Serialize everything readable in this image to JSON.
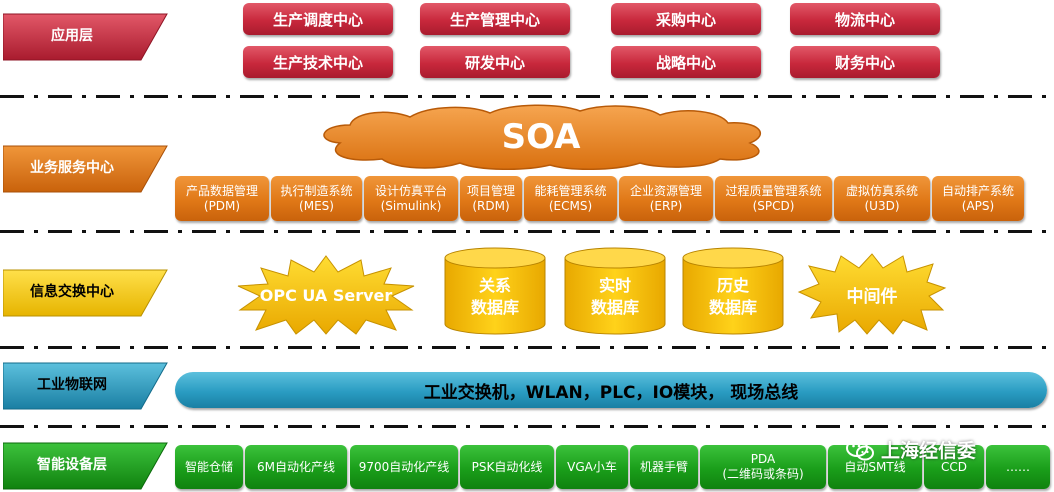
{
  "layers": {
    "application": "应用层",
    "business": "业务服务中心",
    "exchange": "信息交换中心",
    "iot": "工业物联网",
    "devices": "智能设备层"
  },
  "application_centers": [
    "生产调度中心",
    "生产管理中心",
    "采购中心",
    "物流中心",
    "生产技术中心",
    "研发中心",
    "战略中心",
    "财务中心"
  ],
  "soa_label": "SOA",
  "business_systems": [
    {
      "name": "产品数据管理",
      "abbr": "(PDM)"
    },
    {
      "name": "执行制造系统",
      "abbr": "(MES)"
    },
    {
      "name": "设计仿真平台",
      "abbr": "(Simulink)"
    },
    {
      "name": "项目管理",
      "abbr": "(RDM)"
    },
    {
      "name": "能耗管理系统",
      "abbr": "(ECMS)"
    },
    {
      "name": "企业资源管理",
      "abbr": "(ERP)"
    },
    {
      "name": "过程质量管理系统",
      "abbr": "(SPCD)"
    },
    {
      "name": "虚拟仿真系统",
      "abbr": "(U3D)"
    },
    {
      "name": "自动排产系统",
      "abbr": "(APS)"
    }
  ],
  "exchange": {
    "opc": "OPC UA Server",
    "databases": [
      {
        "line1": "关系",
        "line2": "数据库"
      },
      {
        "line1": "实时",
        "line2": "数据库"
      },
      {
        "line1": "历史",
        "line2": "数据库"
      }
    ],
    "middleware": "中间件"
  },
  "network_label": "工业交换机，WLAN，PLC，IO模块， 现场总线",
  "devices": [
    {
      "line1": "智能仓储",
      "line2": ""
    },
    {
      "line1": "6M自动化产线",
      "line2": ""
    },
    {
      "line1": "9700自动化产线",
      "line2": ""
    },
    {
      "line1": "PSK自动化线",
      "line2": ""
    },
    {
      "line1": "VGA小车",
      "line2": ""
    },
    {
      "line1": "机器手臂",
      "line2": ""
    },
    {
      "line1": "PDA",
      "line2": "(二维码或条码)"
    },
    {
      "line1": "自动SMT线",
      "line2": ""
    },
    {
      "line1": "CCD",
      "line2": ""
    },
    {
      "line1": "……",
      "line2": ""
    }
  ],
  "watermark": "上海经信委",
  "colors": {
    "application": "#c8283c",
    "business": "#e07817",
    "exchange": "#f5c400",
    "iot": "#2a9cc2",
    "devices": "#1a9e1a"
  }
}
